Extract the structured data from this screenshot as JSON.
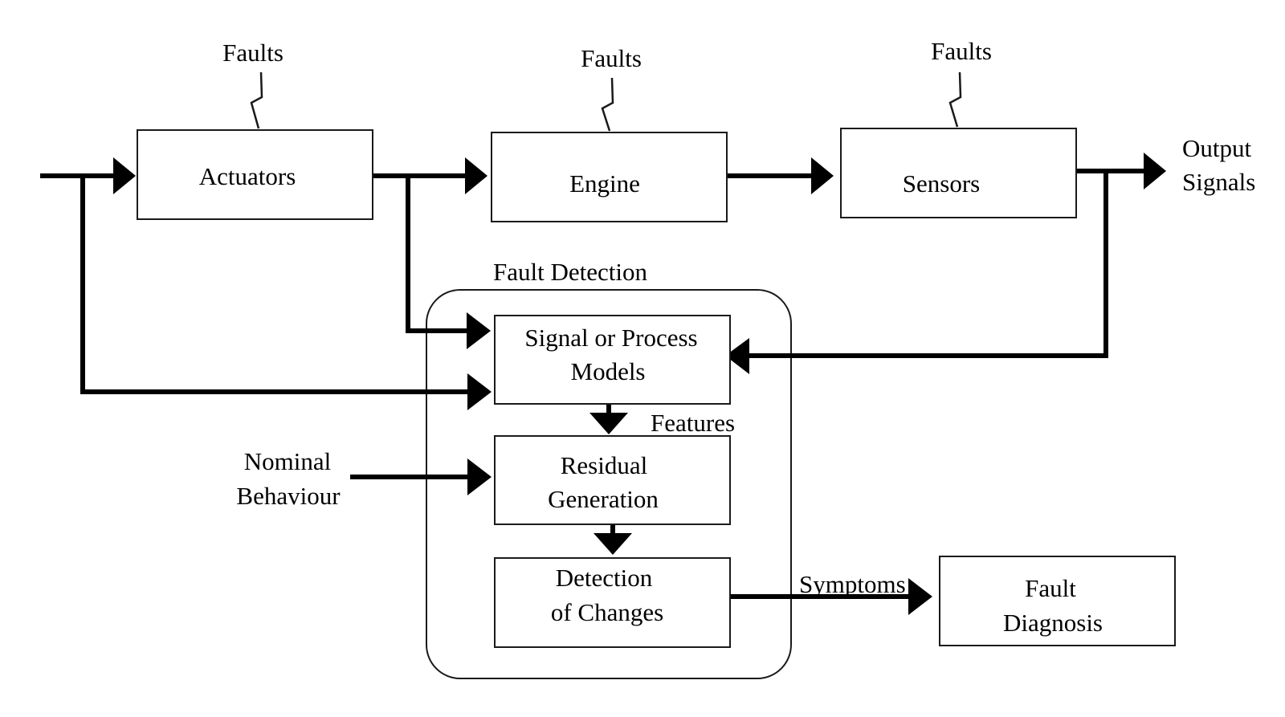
{
  "blocks": {
    "actuators": "Actuators",
    "engine": "Engine",
    "sensors": "Sensors",
    "models": [
      "Signal or Process",
      "Models"
    ],
    "residual": [
      "Residual",
      "Generation"
    ],
    "detection": [
      "Detection",
      "of Changes"
    ],
    "diagnosis": [
      "Fault",
      "Diagnosis"
    ]
  },
  "labels": {
    "fault_actuators": "Faults",
    "fault_engine": "Faults",
    "fault_sensors": "Faults",
    "output": [
      "Output",
      "Signals"
    ],
    "fault_detection_group": "Fault Detection",
    "features": "Features",
    "nominal": [
      "Nominal",
      "Behaviour"
    ],
    "symptoms": "Symptoms"
  }
}
